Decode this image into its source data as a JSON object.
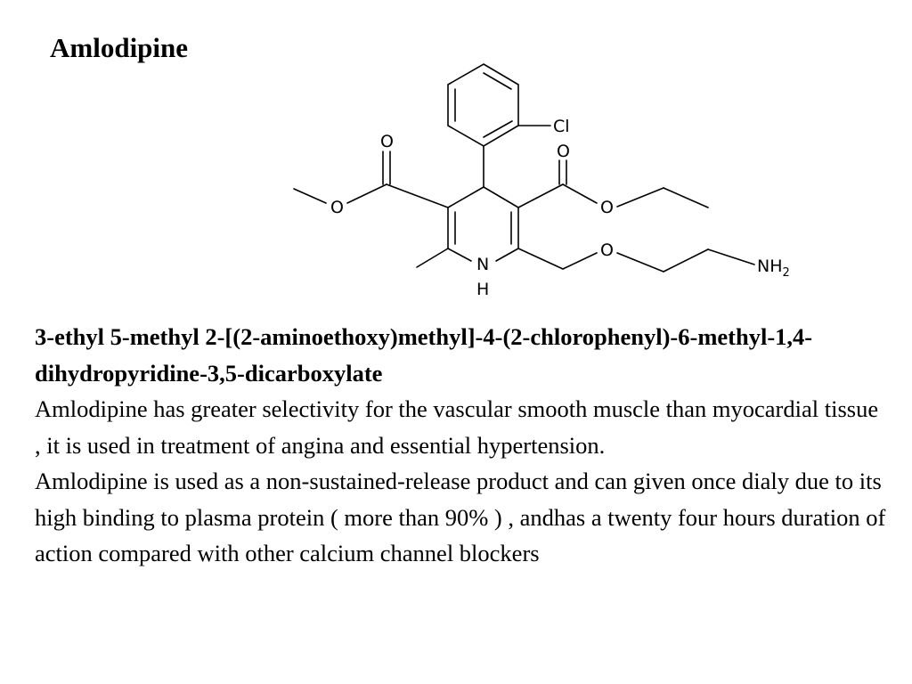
{
  "title": "Amlodipine",
  "structure": {
    "atoms": {
      "chlorine": "Cl",
      "carbonyl_oxygen_left": "O",
      "carbonyl_oxygen_right": "O",
      "ester_oxygen_left": "O",
      "ester_oxygen_right": "O",
      "ether_oxygen": "O",
      "ring_nitrogen": "N",
      "ring_hydrogen": "H",
      "amine_nh": "NH",
      "amine_subscript": "2"
    }
  },
  "body": {
    "iupac_name": "3-ethyl 5-methyl 2-[(2-aminoethoxy)methyl]-4-(2-chlorophenyl)-6-methyl-1,4-dihydropyridine-3,5-dicarboxylate",
    "paragraph_1": "Amlodipine has greater selectivity for the vascular smooth muscle than myocardial tissue , it is used in treatment of angina and essential hypertension.",
    "paragraph_2": "Amlodipine is used as a non-sustained-release product and can given once dialy due to its high binding to plasma protein ( more than 90% ) , andhas a twenty four hours duration of action compared with other calcium channel blockers"
  }
}
